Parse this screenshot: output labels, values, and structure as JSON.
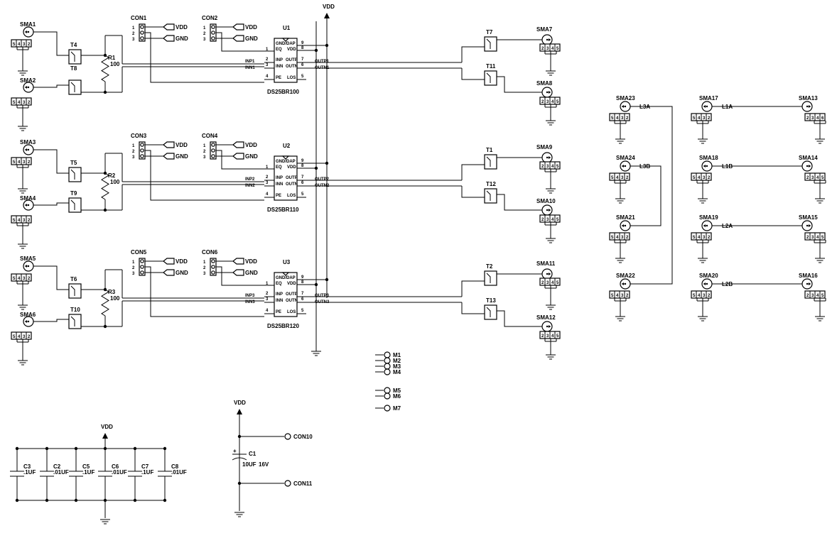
{
  "vdd_label": "VDD",
  "gnd_label": "GND",
  "sma_pins": [
    "5",
    "4",
    "3",
    "2"
  ],
  "sma_pins_right": [
    "2",
    "3",
    "4",
    "5"
  ],
  "sma_pins_right2": [
    "2",
    "3",
    "4",
    "6"
  ],
  "cells": [
    {
      "sma_top": "SMA1",
      "sma_bot": "SMA2",
      "t_top": "T4",
      "t_top_sub": "T8",
      "t_bot": "",
      "r": "R1",
      "r_val": "100",
      "con_a": "CON1",
      "con_b": "CON2",
      "u": "U1",
      "inp": "INP1",
      "inn": "INN1",
      "outp": "OUTP1",
      "outn": "OUTN1",
      "part": "DS25BR100",
      "t_out_top": "T7",
      "t_out_bot": "T11",
      "sma_out_top": "SMA7",
      "sma_out_bot": "SMA8"
    },
    {
      "sma_top": "SMA3",
      "sma_bot": "SMA4",
      "t_top": "T5",
      "t_top_sub": "",
      "t_bot": "T9",
      "r": "R2",
      "r_val": "100",
      "con_a": "CON3",
      "con_b": "CON4",
      "u": "U2",
      "inp": "INP2",
      "inn": "INN2",
      "outp": "OUTP2",
      "outn": "OUTN2",
      "part": "DS25BR110",
      "t_out_top": "T1",
      "t_out_bot": "T12",
      "sma_out_top": "SMA9",
      "sma_out_bot": "SMA10"
    },
    {
      "sma_top": "SMA5",
      "sma_bot": "SMA6",
      "t_top": "T6",
      "t_top_sub": "",
      "t_bot": "T10",
      "r": "R3",
      "r_val": "100",
      "con_a": "CON5",
      "con_b": "CON6",
      "u": "U3",
      "inp": "INP3",
      "inn": "INN3",
      "outp": "OUTP3",
      "outn": "OUTN3",
      "part": "DS25BR120",
      "t_out_top": "T2",
      "t_out_bot": "T13",
      "sma_out_top": "SMA11",
      "sma_out_bot": "SMA12"
    }
  ],
  "ic_pins": {
    "gnd_dap": "GND/DAP",
    "vdd": "VDD",
    "eq": "EQ",
    "inp": "INP",
    "outp": "OUTP",
    "inn": "INN",
    "outn": "OUTN",
    "pe": "PE",
    "los": "LOS",
    "n1": "1",
    "n2": "2",
    "n3": "3",
    "n4": "4",
    "n5": "5",
    "n6": "6",
    "n7": "7",
    "n8": "8",
    "n9": "9"
  },
  "con_pins": [
    "1",
    "2",
    "3"
  ],
  "mounts": [
    "M1",
    "M2",
    "M3",
    "M4",
    "M5",
    "M6",
    "M7"
  ],
  "power": {
    "vdd": "VDD",
    "c1": "C1",
    "c1_val": "10UF",
    "c1_volt": "16V",
    "c1_plus": "+",
    "con10": "CON10",
    "con11": "CON11"
  },
  "decaps": [
    {
      "ref": "C3",
      "val": ".1UF"
    },
    {
      "ref": "C2",
      "val": ".01UF"
    },
    {
      "ref": "C5",
      "val": ".1UF"
    },
    {
      "ref": "C6",
      "val": ".01UF"
    },
    {
      "ref": "C7",
      "val": ".1UF"
    },
    {
      "ref": "C8",
      "val": ".01UF"
    }
  ],
  "loops": [
    {
      "sma_a": "SMA23",
      "sma_b": "SMA22",
      "line": "L3A"
    },
    {
      "sma_a": "SMA24",
      "sma_b": "SMA21",
      "line": "L3B"
    }
  ],
  "thru": [
    {
      "sma_l": "SMA17",
      "sma_r": "SMA13",
      "line": "L1A"
    },
    {
      "sma_l": "SMA18",
      "sma_r": "SMA14",
      "line": "L1B"
    },
    {
      "sma_l": "SMA19",
      "sma_r": "SMA15",
      "line": "L2A"
    },
    {
      "sma_l": "SMA20",
      "sma_r": "SMA16",
      "line": "L2B"
    }
  ]
}
